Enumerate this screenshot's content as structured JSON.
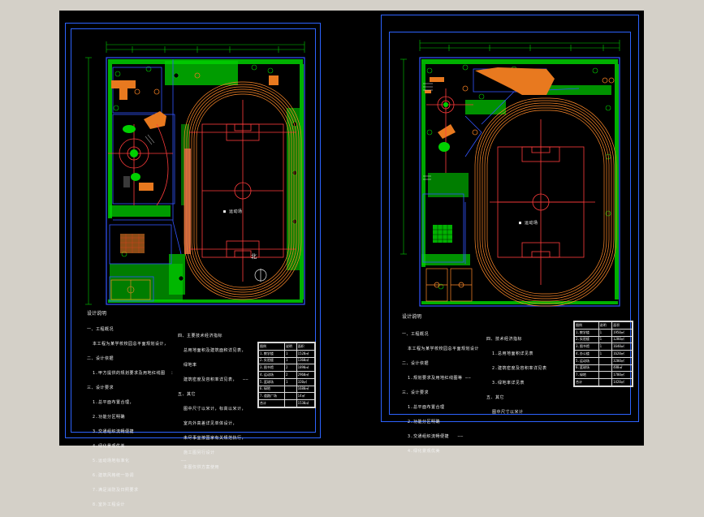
{
  "colors": {
    "background": "#000000",
    "frame": "#2d63ff",
    "green": "#00d000",
    "track": "#ff8a2a",
    "field_line": "#ff3b3b",
    "blue": "#3355ff",
    "building": "#e8791f",
    "white": "#f2f2f2"
  },
  "sheet1": {
    "title": "设计说明",
    "north_label": "北",
    "field_label": "■ 运动场",
    "notes_left": [
      "一、工程概况",
      "  本工程为某学校校园总平面规划设计，",
      "二、设计依据",
      "  1.甲方提供的规划要求及用地红线图  ：",
      "三、设计要求",
      "  1.总平面布置合理，",
      "  2.功能分区明确",
      "  3.交通组织流畅便捷",
      "  4.绿化景观优美",
      "  5.运动场地标准化                  ——",
      "  6.建筑风格统一协调",
      "  7.满足消防及日照要求",
      "  8.室外工程设计"
    ],
    "notes_right": [
      "四、主要技术经济指标",
      "  总用地面积及建筑面积详见表，",
      "  绿地率",
      "  建筑密度及容积率详见表，  ——",
      "五、其它",
      "  图中尺寸以米计，标高以米计，",
      "  室内外高差详见单体设计，",
      "  未尽事宜按国家有关规范执行，",
      "  施工图另行设计",
      "  本图仅供方案使用"
    ],
    "legend_rows": [
      [
        "图例",
        "说明",
        "面积"
      ],
      [
        "1.教学楼",
        "1",
        "1528㎡"
      ],
      [
        "2.实验楼",
        "1",
        "1360㎡"
      ],
      [
        "3.图书馆",
        "2",
        "1890㎡"
      ],
      [
        "4.运动场",
        "2",
        "2960㎡"
      ],
      [
        "5.篮球场",
        "1",
        "320㎡"
      ],
      [
        "6.绿地",
        "",
        "1680㎡"
      ],
      [
        "7.道路广场",
        "",
        "14㎡"
      ],
      [
        "合计",
        "",
        "1530㎡"
      ]
    ]
  },
  "sheet2": {
    "title": "设计说明",
    "field_label": "■ 运动场",
    "notes_left": [
      "一、工程概况",
      "  本工程为某学校校园总平面规划设计",
      "二、设计依据",
      "  1.规划要求及用地红线图等 ——",
      "三、设计要求",
      "  1.总平面布置合理",
      "  2.功能分区明确",
      "  3.交通组织流畅便捷   ——",
      "  4.绿化景观优美"
    ],
    "notes_right": [
      "四、技术经济指标",
      "  1.总用地面积详见表",
      "  2.建筑密度及容积率详见表",
      "  3.绿地率详见表",
      "五、其它",
      "  图中尺寸以米计"
    ],
    "legend_rows": [
      [
        "图例",
        "说明",
        "面积"
      ],
      [
        "1.教学楼",
        "1",
        "1950㎡"
      ],
      [
        "2.实验楼",
        "1",
        "1280㎡"
      ],
      [
        "3.图书馆",
        "1",
        "1640㎡"
      ],
      [
        "4.办公楼",
        "1",
        "1620㎡"
      ],
      [
        "5.运动场",
        "",
        "3200㎡"
      ],
      [
        "6.篮球场",
        "",
        "480㎡"
      ],
      [
        "7.绿地",
        "",
        "1700㎡"
      ],
      [
        "合计",
        "",
        "1420㎡"
      ]
    ]
  }
}
